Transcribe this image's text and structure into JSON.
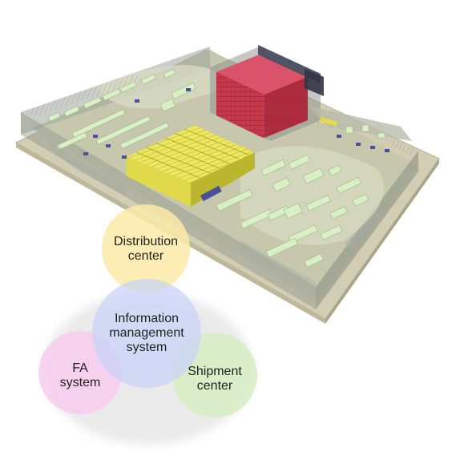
{
  "diagram": {
    "circles": {
      "distribution": {
        "line1": "Distribution",
        "line2": "center",
        "fill": "#fbeaa8"
      },
      "information": {
        "line1": "Information",
        "line2": "management",
        "line3": "system",
        "fill": "#c7d3f8"
      },
      "fa": {
        "line1": "FA",
        "line2": "system",
        "fill": "#f7cdee"
      },
      "shipment": {
        "line1": "Shipment",
        "line2": "center",
        "fill": "#d6eec2"
      }
    },
    "colors": {
      "storage_red": "#c8374a",
      "storage_yellow": "#e8e35a",
      "floor": "#c9c9ac",
      "floor_edge": "#d2cdb3",
      "equipment": "#d8f0c4",
      "conveyor_blue": "#4a4f9a"
    }
  }
}
